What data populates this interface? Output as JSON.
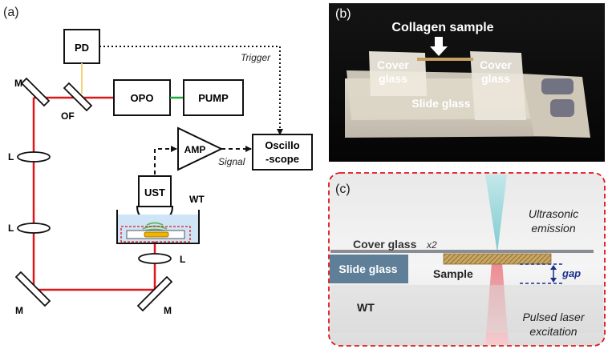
{
  "panel_a": {
    "label": "(a)",
    "blocks": {
      "pd": "PD",
      "opo": "OPO",
      "pump": "PUMP",
      "amp": "AMP",
      "oscillo_line1": "Oscillo",
      "oscillo_line2": "-scope",
      "ust": "UST",
      "wt": "WT"
    },
    "optics": {
      "mirror": "M",
      "lens": "L",
      "of": "OF"
    },
    "signals": {
      "trigger": "Trigger",
      "signal": "Signal"
    }
  },
  "panel_b": {
    "label": "(b)",
    "collagen_sample": "Collagen sample",
    "cover_glass_line1": "Cover",
    "cover_glass_line2": "glass",
    "slide_glass": "Slide glass"
  },
  "panel_c": {
    "label": "(c)",
    "ultrasonic_line1": "Ultrasonic",
    "ultrasonic_line2": "emission",
    "cover_glass": "Cover glass",
    "cover_glass_mult": "x2",
    "slide_glass": "Slide glass",
    "sample": "Sample",
    "gap": "gap",
    "wt": "WT",
    "pulsed_line1": "Pulsed laser",
    "pulsed_line2": "excitation"
  },
  "colors": {
    "laser": "#e0161b",
    "pump_link": "#1faa3a",
    "pd_link": "#f2d27a",
    "ultrasound": "#5cb85c",
    "gap_blue": "#1a2f8c",
    "panel_c_border": "#e0161b",
    "slide_glass_fill": "#5f7f98"
  }
}
